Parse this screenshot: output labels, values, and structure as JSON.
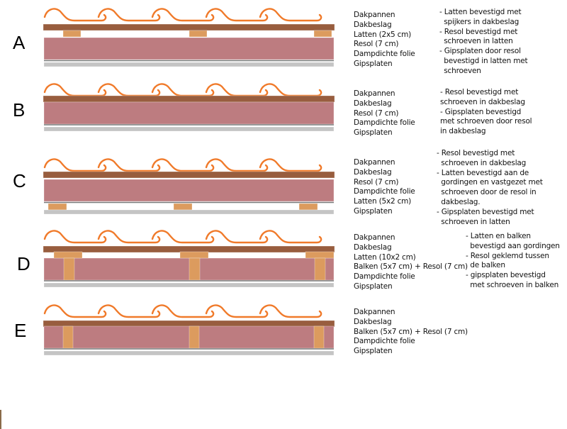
{
  "colors": {
    "tile": "#f07a2a",
    "dakbeslag": "#985d3e",
    "lat": "#dc9b5e",
    "resol": "#bd7c80",
    "folie": "#777777",
    "gips": "#c4c4c4"
  },
  "variants": [
    {
      "letter": "A",
      "layers": [
        "Dakpannen",
        "Dakbeslag",
        "Latten (2x5 cm)",
        "Resol (7 cm)",
        "Dampdichte folie",
        "Gipsplaten"
      ],
      "notes": [
        "- Latten bevestigd met",
        "  spijkers in dakbeslag",
        "- Resol bevestigd met",
        "  schroeven in latten",
        "- Gipsplaten door resol",
        "  bevestigd in latten met",
        "  schroeven"
      ]
    },
    {
      "letter": "B",
      "layers": [
        "Dakpannen",
        "Dakbeslag",
        "Resol (7 cm)",
        "Dampdichte folie",
        "Gipsplaten"
      ],
      "notes": [
        "- Resol bevestigd met",
        "schroeven in dakbeslag",
        "- Gipsplaten bevestigd",
        "met schroeven door resol",
        "in dakbeslag"
      ]
    },
    {
      "letter": "C",
      "layers": [
        "Dakpannen",
        "Dakbeslag",
        "Resol (7 cm)",
        "Dampdichte folie",
        "Latten (5x2 cm)",
        "Gipsplaten"
      ],
      "notes": [
        "- Resol bevestigd met",
        "  schroeven in dakbeslag",
        "- Latten bevestigd aan de",
        "  gordingen en vastgezet met",
        "  schroeven door de resol in",
        "  dakbeslag.",
        "- Gipsplaten bevestigd met",
        "  schroeven in latten"
      ]
    },
    {
      "letter": "D",
      "layers": [
        "Dakpannen",
        "Dakbeslag",
        "Latten (10x2 cm)",
        "Balken (5x7 cm) + Resol (7 cm)",
        "Dampdichte folie",
        "Gipsplaten"
      ],
      "notes": [
        "- Latten en balken",
        "  bevestigd aan gordingen",
        "- Resol geklemd tussen",
        "  de balken",
        "- gipsplaten bevestigd",
        "  met schroeven in balken"
      ]
    },
    {
      "letter": "E",
      "layers": [
        "Dakpannen",
        "Dakbeslag",
        "Balken (5x7 cm) + Resol (7 cm)",
        "Dampdichte folie",
        "Gipsplaten"
      ],
      "notes": []
    }
  ]
}
